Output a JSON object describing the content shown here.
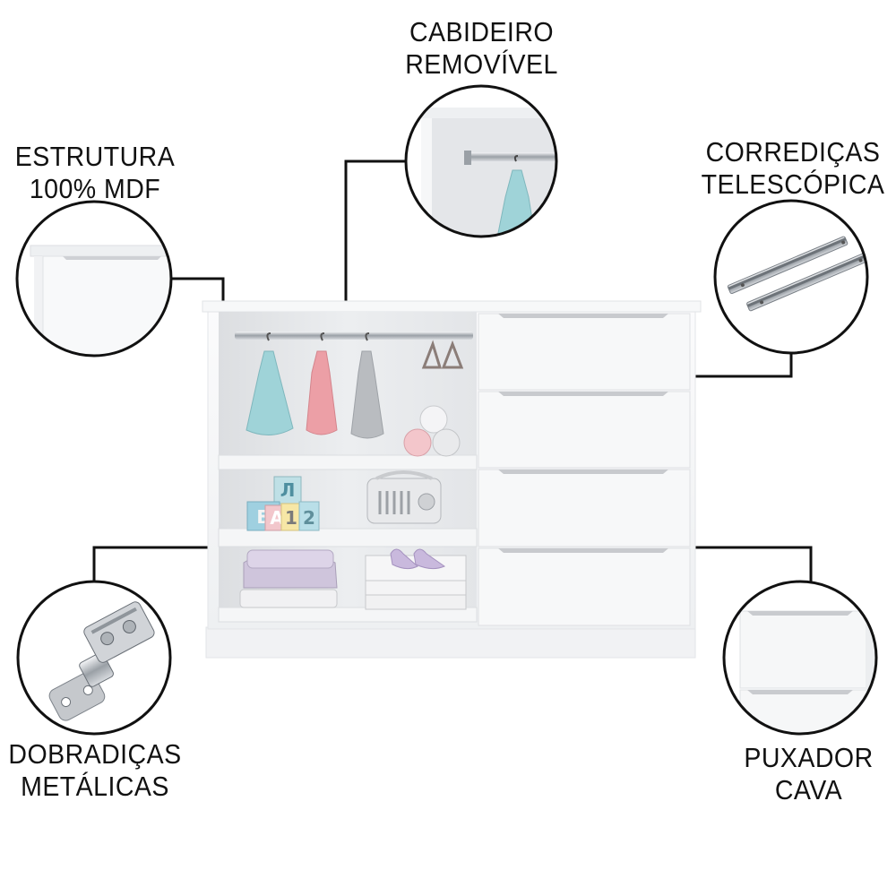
{
  "features": {
    "cabideiro": {
      "line1": "CABIDEIRO",
      "line2": "REMOVÍVEL"
    },
    "estrutura": {
      "line1": "ESTRUTURA",
      "line2": "100% MDF"
    },
    "corredicas": {
      "line1": "CORREDIÇAS",
      "line2": "TELESCÓPICA"
    },
    "dobradicas": {
      "line1": "DOBRADIÇAS",
      "line2": "METÁLICAS"
    },
    "puxador": {
      "line1": "PUXADOR",
      "line2": "CAVA"
    }
  },
  "product": {
    "blocks_letters": [
      "Л",
      "Б",
      "A",
      "1",
      "2"
    ]
  },
  "colors": {
    "line": "#111111",
    "furniture": "#f3f4f6",
    "shadow": "#d9dbde"
  }
}
